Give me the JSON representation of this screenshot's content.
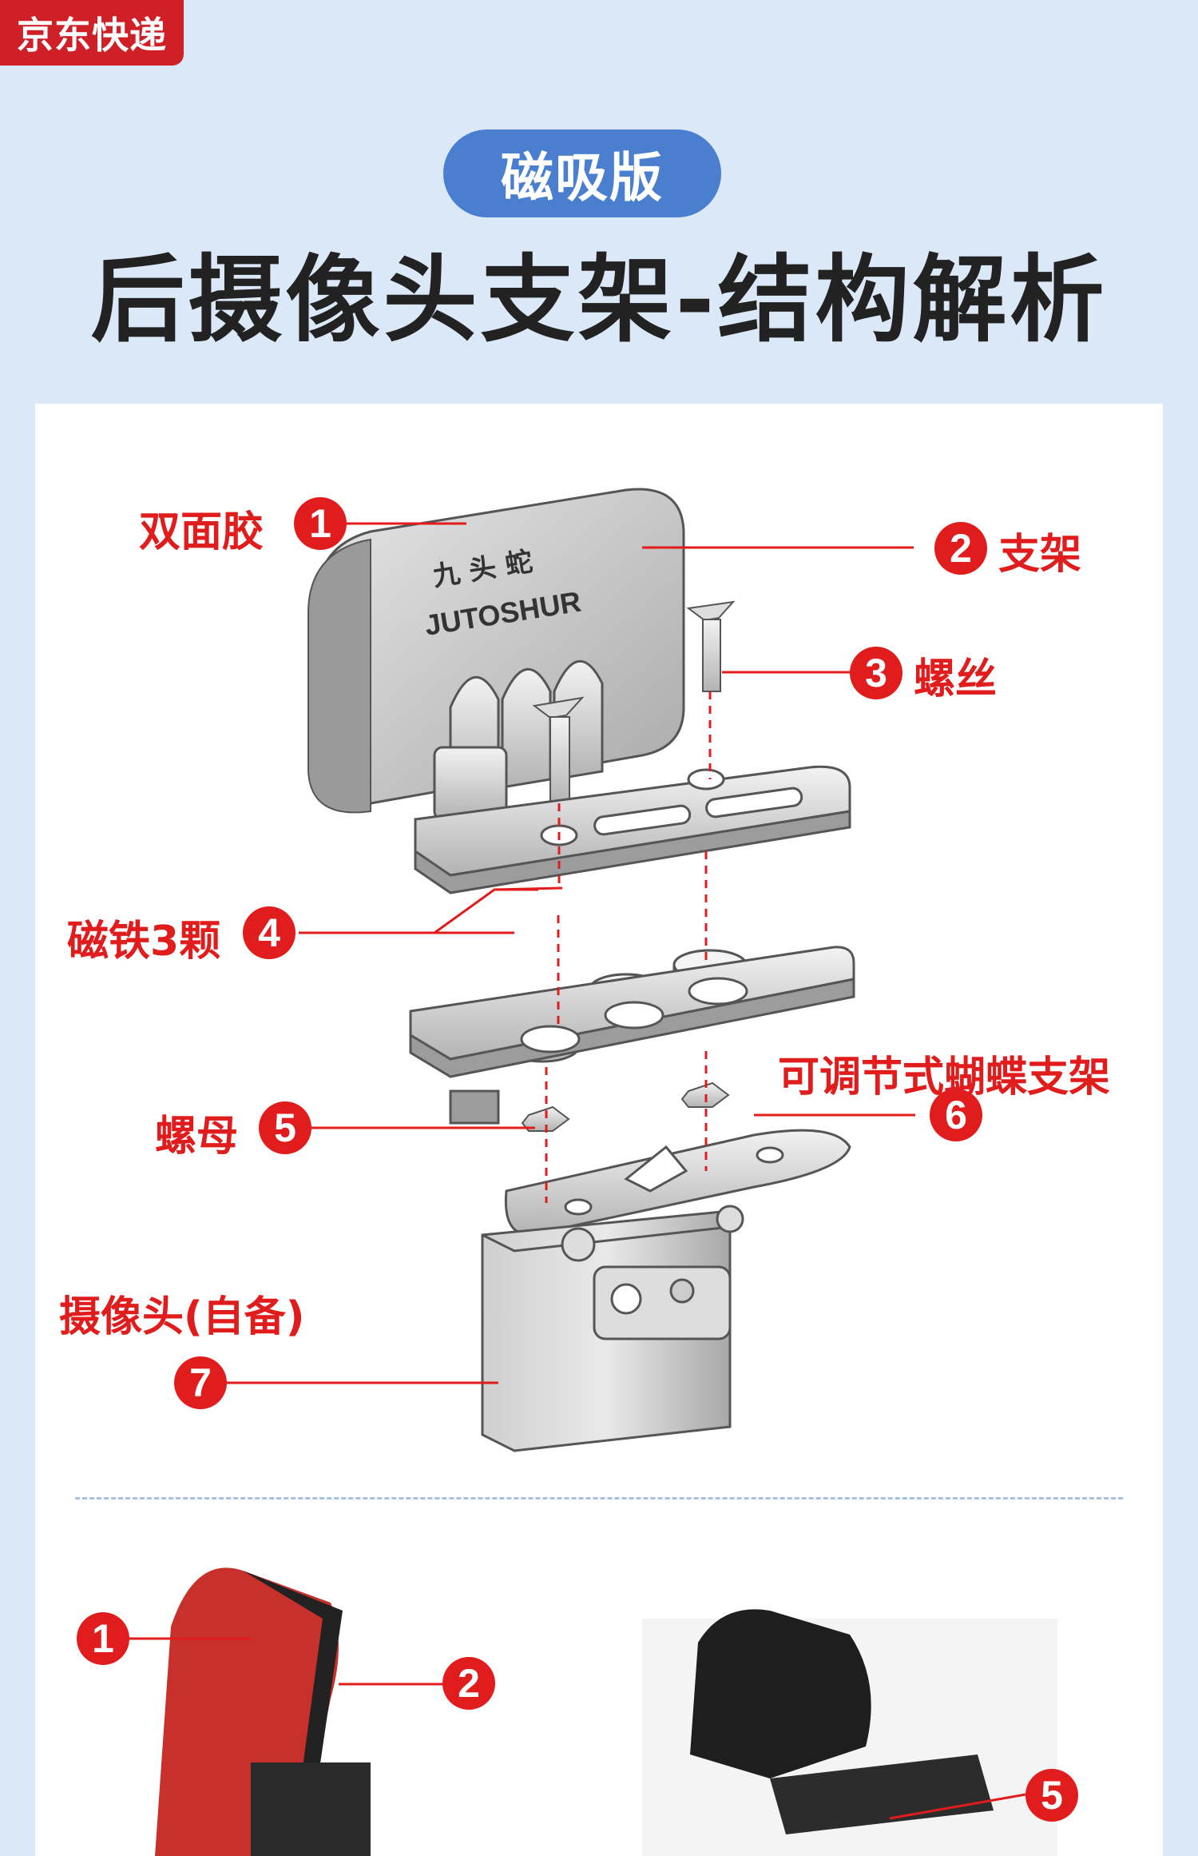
{
  "badge": {
    "label": "京东快递"
  },
  "header": {
    "pill": "磁吸版",
    "title": "后摄像头支架-结构解析"
  },
  "plate_text": {
    "brand_cn": "九 头 蛇",
    "brand_en": "JUTOSHUR"
  },
  "parts": [
    {
      "n": "1",
      "label": "双面胶"
    },
    {
      "n": "2",
      "label": "支架"
    },
    {
      "n": "3",
      "label": "螺丝"
    },
    {
      "n": "4",
      "label": "磁铁3颗"
    },
    {
      "n": "5",
      "label": "螺母"
    },
    {
      "n": "6",
      "label": "可调节式蝴蝶支架"
    },
    {
      "n": "7",
      "label": "摄像头(自备)"
    }
  ],
  "photo_callouts": [
    {
      "n": "1"
    },
    {
      "n": "2"
    },
    {
      "n": "5"
    }
  ],
  "colors": {
    "accent_red": "#e01c1c",
    "pill_blue": "#4a7fd0",
    "bg": "#dbe8f7"
  }
}
